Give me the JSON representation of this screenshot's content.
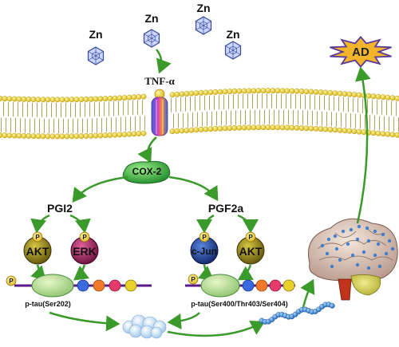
{
  "zinc": {
    "label": "Zn"
  },
  "receptor": {
    "label": "TNF-α"
  },
  "cox2": {
    "label": "COX-2"
  },
  "left_branch": {
    "prostaglandin": "PGI2",
    "kinase_a": "AKT",
    "kinase_b": "ERK",
    "tau_label": "p-tau(Ser202)"
  },
  "right_branch": {
    "prostaglandin": "PGF2a",
    "kinase_a": "c-Jun",
    "kinase_b": "AKT",
    "tau_label": "p-tau(Ser400/Thr403/Ser404)"
  },
  "phospho": {
    "label": "P"
  },
  "outcome": {
    "label": "AD"
  },
  "colors": {
    "arrow": "#3a9a2a",
    "membrane_head": "#e8d63a",
    "membrane_tail": "#9a8a3a",
    "cox2": "#3fbf4a",
    "akt": "#8a7a10",
    "erk": "#9a1a55",
    "cjun": "#1d3f9a",
    "ad_star": "#f2b42a"
  }
}
